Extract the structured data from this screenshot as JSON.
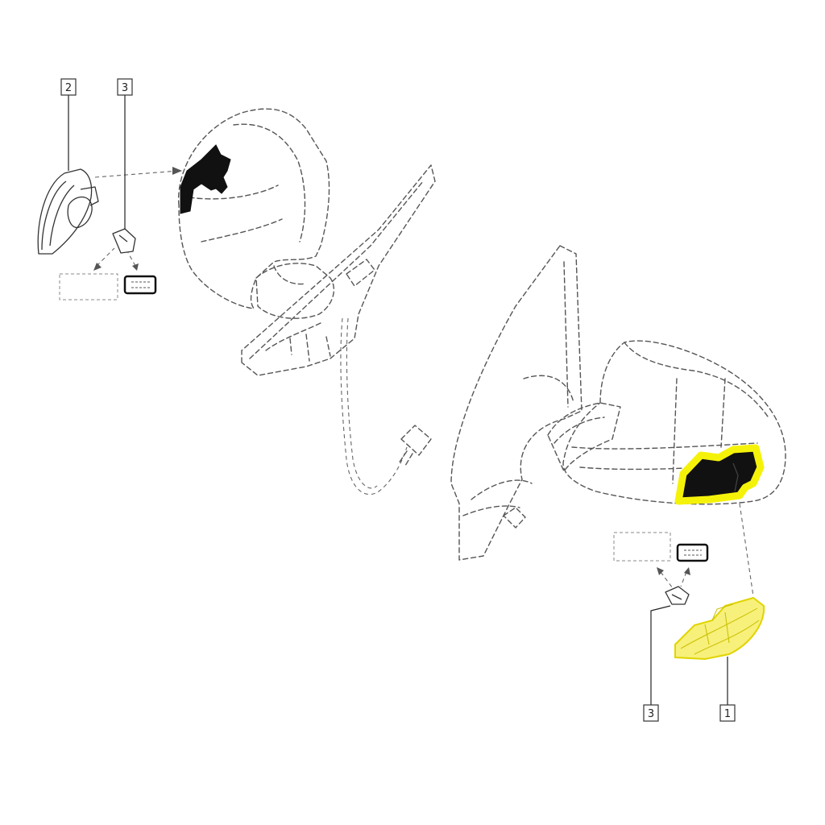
{
  "callouts": {
    "left_lamp_number": "2",
    "left_clip_number": "3",
    "right_clip_number": "3",
    "right_lamp_number": "1"
  },
  "colors": {
    "highlight": "#f5f20a",
    "highlight_fill": "#f7f07a",
    "ink": "#333333",
    "lamp_black": "#111111"
  },
  "icons": {
    "lamp_opening_left": "black-silhouette",
    "lamp_opening_right": "black-silhouette-highlighted",
    "clip_symbol": "dashed-rectangle",
    "nut_symbol": "rounded-rectangle"
  }
}
